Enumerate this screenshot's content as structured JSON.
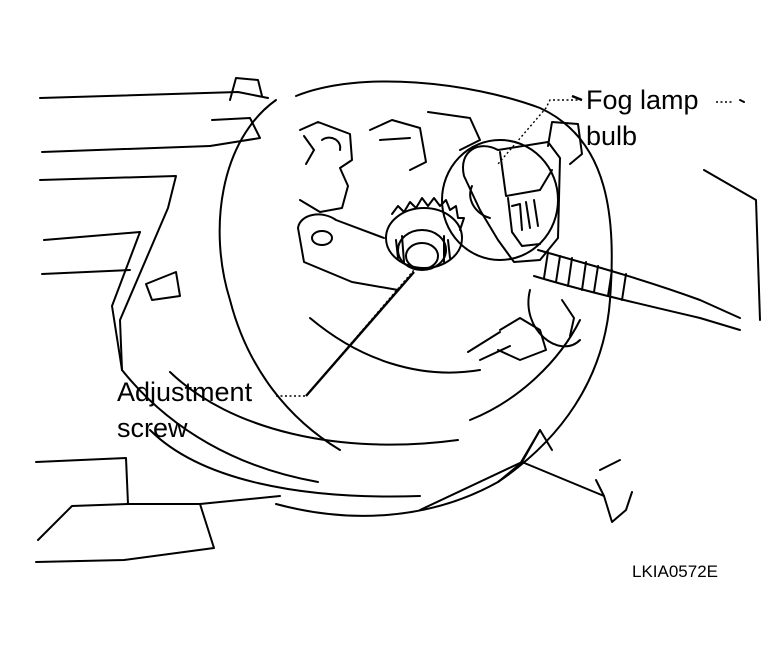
{
  "labels": {
    "fog_lamp_line1": "Fog lamp",
    "fog_lamp_line2": "bulb",
    "adjustment_line1": "Adjustment",
    "adjustment_line2": "screw"
  },
  "figure_code": "LKIA0572E",
  "colors": {
    "ink": "#000000",
    "paper": "#ffffff"
  }
}
